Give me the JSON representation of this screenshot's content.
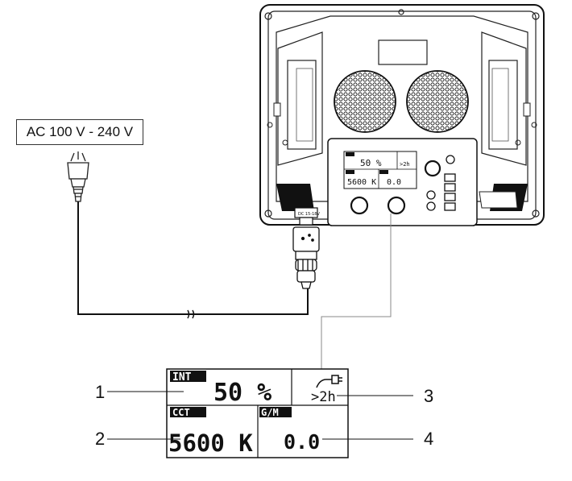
{
  "power_label": "AC 100 V - 240 V",
  "dc_connector_label": "DC 15-18V",
  "lcd": {
    "int_tag": "INT",
    "int_value": "50 %",
    "cct_tag": "CCT",
    "cct_value": "5600 K",
    "gm_tag": "G/M",
    "gm_value": "0.0",
    "battery_time": ">2h"
  },
  "callouts": [
    "1",
    "2",
    "3",
    "4"
  ]
}
